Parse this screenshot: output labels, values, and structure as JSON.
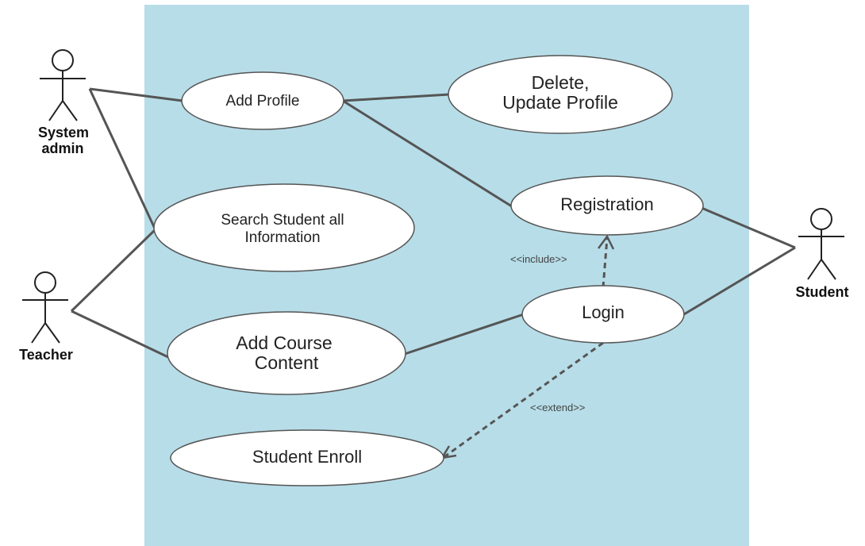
{
  "actors": {
    "system_admin": {
      "label_line1": "System",
      "label_line2": "admin"
    },
    "teacher": {
      "label": "Teacher"
    },
    "student": {
      "label": "Student"
    }
  },
  "use_cases": {
    "add_profile": {
      "lines": [
        "Add Profile"
      ]
    },
    "delete_update_profile": {
      "lines": [
        "Delete,",
        "Update Profile"
      ]
    },
    "registration": {
      "lines": [
        "Registration"
      ]
    },
    "search_student": {
      "lines": [
        "Search Student all",
        "Information"
      ]
    },
    "login": {
      "lines": [
        "Login"
      ]
    },
    "add_course_content": {
      "lines": [
        "Add Course",
        "Content"
      ]
    },
    "student_enroll": {
      "lines": [
        "Student Enroll"
      ]
    }
  },
  "relationships": {
    "include_label": "<<include>>",
    "extend_label": "<<extend>>"
  },
  "colors": {
    "system_boundary": "#b7dde8",
    "line": "#555555",
    "ellipse_fill": "#ffffff",
    "ellipse_stroke": "#555555"
  }
}
